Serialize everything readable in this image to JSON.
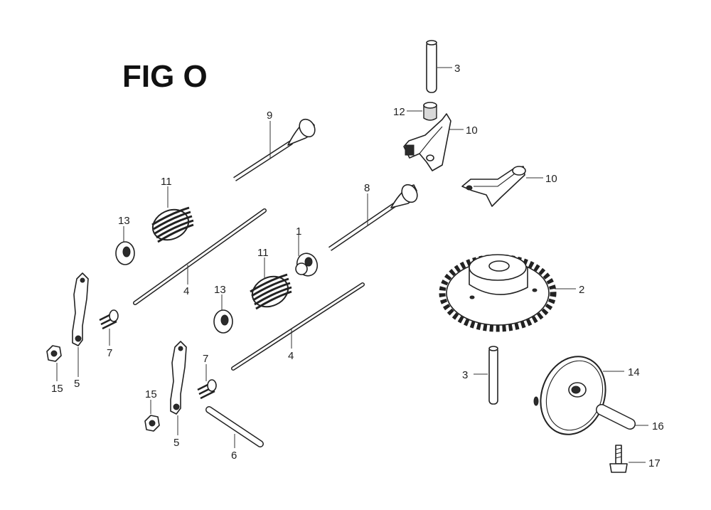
{
  "figure": {
    "title": "FIG O"
  },
  "callouts": {
    "c1": "1",
    "c2": "2",
    "c3a": "3",
    "c3b": "3",
    "c4a": "4",
    "c4b": "4",
    "c5a": "5",
    "c5b": "5",
    "c6": "6",
    "c7a": "7",
    "c7b": "7",
    "c8": "8",
    "c9": "9",
    "c10a": "10",
    "c10b": "10",
    "c11a": "11",
    "c11b": "11",
    "c12": "12",
    "c13a": "13",
    "c13b": "13",
    "c14": "14",
    "c15a": "15",
    "c15b": "15",
    "c16": "16",
    "c17": "17"
  }
}
